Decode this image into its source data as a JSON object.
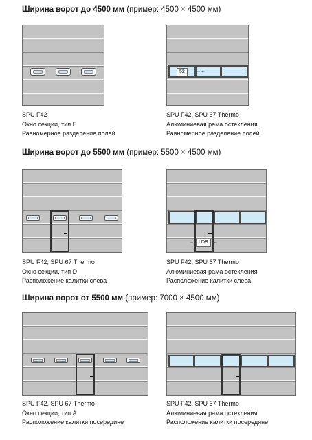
{
  "sections": [
    {
      "title_bold": "Ширина ворот до 4500 мм",
      "title_rest": " (пример: 4500 × 4500 мм)",
      "left_caption": [
        "SPU F42",
        "Окно секции, тип E",
        "Равномерное разделение полей"
      ],
      "right_caption": [
        "SPU F42, SPU 67 Thermo",
        "Алюминиевая рама остекления",
        "Равномерное разделение полей"
      ],
      "right_dimension": "52"
    },
    {
      "title_bold": "Ширина ворот до 5500 мм",
      "title_rest": " (пример: 5500 × 4500 мм)",
      "left_caption": [
        "SPU F42, SPU 67 Thermo",
        "Окно секции, тип D",
        "Расположение калитки слева"
      ],
      "right_caption": [
        "SPU F42, SPU 67 Thermo",
        "Алюминиевая рама остекления",
        "Расположение калитки слева"
      ],
      "right_dimension": "LDB"
    },
    {
      "title_bold": "Ширина ворот от 5500 мм",
      "title_rest": " (пример: 7000 × 4500 мм)",
      "left_caption": [
        "SPU F42, SPU 67 Thermo",
        "Окно секции, тип A",
        "Расположение калитки посередине"
      ],
      "right_caption": [
        "SPU F42, SPU 67 Thermo",
        "Алюминиевая рама остекления",
        "Расположение калитки посередине"
      ]
    }
  ],
  "colors": {
    "door_panel": "#c3c3c3",
    "glass": "#cfe9f6",
    "frame": "#333333"
  },
  "icons": {
    "dimension_arrows": "arrow-icon",
    "wicket_handle": "handle-icon"
  }
}
